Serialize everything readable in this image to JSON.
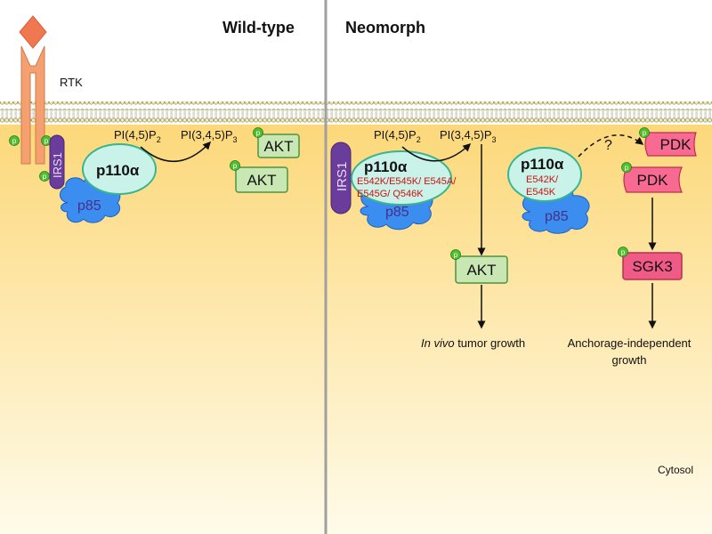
{
  "panels": {
    "left_title": "Wild-type",
    "right_title": "Neomorph"
  },
  "labels": {
    "rtk": "RTK",
    "irs1": "IRS1",
    "p85": "p85",
    "p110_prefix": "p110",
    "p110_alpha": "α",
    "phospho": "p",
    "pip2_base": "PI(4,5)P",
    "pip2_sub": "2",
    "pip3_base": "PI(3,4,5)P",
    "pip3_sub": "3",
    "akt": "AKT",
    "pdk": "PDK",
    "sgk3": "SGK3",
    "question": "?",
    "cytosol": "Cytosol"
  },
  "mutations": {
    "akt_branch": [
      "E542K/E545K/ E545A/",
      "E545G/ Q546K"
    ],
    "pdk_branch": [
      "E542K/",
      "E545K"
    ]
  },
  "outcomes": {
    "akt_italic": "In vivo",
    "akt_rest": " tumor growth",
    "sgk3_line1": "Anchorage-independent",
    "sgk3_line2": "growth"
  },
  "colors": {
    "cytosol_top": "#fcd87a",
    "cytosol_bottom": "#fffbea",
    "membrane_head": "#f4ecb4",
    "p110_fill": "#c9f2e8",
    "p110_stroke": "#38b48e",
    "p85_fill": "#3b8ef0",
    "irs1_fill": "#6a3c9c",
    "akt_fill": "#c9e7b2",
    "akt_stroke": "#4e9440",
    "pdk_fill": "#f86a92",
    "sgk3_fill": "#f05a86",
    "rtk_fill": "#f4a070",
    "phospho_fill": "#4fbf2f",
    "mutation_text": "#d01010",
    "divider": "#a0a0a0"
  }
}
